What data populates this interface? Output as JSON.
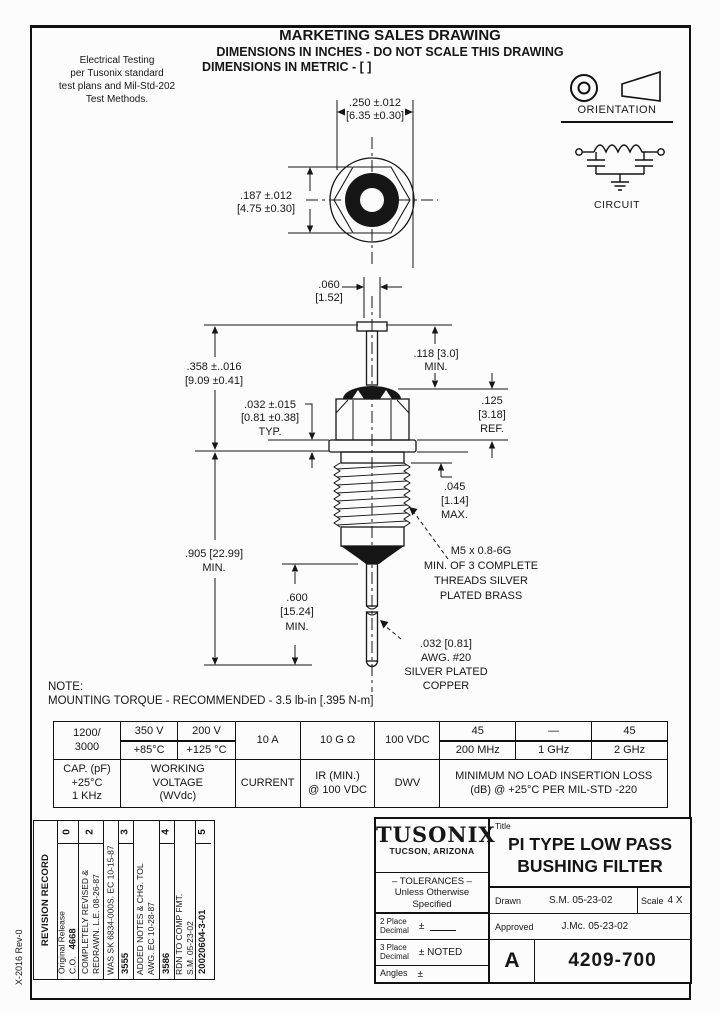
{
  "colors": {
    "ink": "#161616",
    "paper": "#fcfcfc"
  },
  "margin_note": "X-2016 Rev-0",
  "header": {
    "title": "MARKETING SALES DRAWING",
    "line2": "DIMENSIONS IN INCHES - DO NOT SCALE THIS DRAWING",
    "line3": "DIMENSIONS IN METRIC - [  ]",
    "elec1": "Electrical Testing",
    "elec2": "per Tusonix standard",
    "elec3": "test plans and Mil-Std-202",
    "elec4": "Test Methods."
  },
  "orientation": {
    "label": "ORIENTATION",
    "circuit_label": "CIRCUIT"
  },
  "drawing": {
    "d250": {
      "l1": ".250 ±.012",
      "l2": "[6.35 ±0.30]"
    },
    "d187": {
      "l1": ".187 ±.012",
      "l2": "[4.75 ±0.30]"
    },
    "d060": {
      "l1": ".060",
      "l2": "[1.52]"
    },
    "d358": {
      "l1": ".358 ±..016",
      "l2": "[9.09 ±0.41]"
    },
    "d118": {
      "l1": ".118 [3.0]",
      "l2": "MIN."
    },
    "d032f": {
      "l1": ".032 ±.015",
      "l2": "[0.81 ±0.38]",
      "l3": "TYP."
    },
    "d125": {
      "l1": ".125",
      "l2": "[3.18]",
      "l3": "REF."
    },
    "d045": {
      "l1": ".045",
      "l2": "[1.14]",
      "l3": "MAX."
    },
    "d905": {
      "l1": ".905 [22.99]",
      "l2": "MIN."
    },
    "d600": {
      "l1": ".600",
      "l2": "[15.24]",
      "l3": "MIN."
    },
    "thread_note": {
      "l1": "M5 x 0.8-6G",
      "l2": "MIN. OF 3 COMPLETE",
      "l3": "THREADS SILVER",
      "l4": "PLATED BRASS"
    },
    "wire_note": {
      "l1": ".032 [0.81]",
      "l2": "AWG. #20",
      "l3": "SILVER PLATED",
      "l4": "COPPER"
    }
  },
  "note": {
    "l1": "NOTE:",
    "l2": "MOUNTING TORQUE - RECOMMENDED - 3.5 lb-in [.395 N-m]"
  },
  "table": {
    "cap": {
      "v1": "1200/",
      "v2": "3000",
      "l1": "CAP. (pF)",
      "l2": "+25°C",
      "l3": "1 KHz"
    },
    "wv": {
      "v1a": "350 V",
      "v1b": "+85°C",
      "v2a": "200 V",
      "v2b": "+125 °C",
      "l1": "WORKING",
      "l2": "VOLTAGE",
      "l3": "(WVdc)"
    },
    "current": {
      "v": "10 A",
      "l": "CURRENT"
    },
    "ir": {
      "v": "10 G Ω",
      "l1": "IR (MIN.)",
      "l2": "@ 100 VDC"
    },
    "dwv": {
      "v": "100 VDC",
      "l": "DWV"
    },
    "il": {
      "v1": "45",
      "v2": "—",
      "v3": "45",
      "f1": "200 MHz",
      "f2": "1 GHz",
      "f3": "2 GHz",
      "l1": "MINIMUM NO LOAD INSERTION LOSS",
      "l2": "(dB) @ +25°C PER MIL-STD -220"
    }
  },
  "revisions": {
    "header": "REVISION RECORD",
    "r0": {
      "num": "0",
      "line1": "Original Release",
      "co_label": "C.O.",
      "co": "4668"
    },
    "r2": {
      "num": "2",
      "line1": "COMPLETELY REVISED &",
      "line2": "REDRAWN.  L.E. 08-26-87"
    },
    "r3": {
      "num": "3",
      "desc": "WAS SK 6834-000S. EC 10-15-87",
      "co": "3555"
    },
    "r4": {
      "num": "4",
      "desc1": "ADDED NOTES & CHG. TOL",
      "desc2": "AWG.  EC 10-28-87",
      "co": "3586"
    },
    "r5": {
      "num": "5",
      "desc1": "RDN TO COMP FMT.",
      "desc2": "S.M. 05-23-02",
      "co": "20020604-3-01"
    }
  },
  "titleblock": {
    "logo": "TUSONIX",
    "logo_sub": "TUCSON, ARIZONA",
    "tol1": "– TOLERANCES –",
    "tol2": "Unless Otherwise",
    "tol3": "Specified",
    "p2a": "2 Place",
    "p2b": "Decimal",
    "p2v": "±",
    "p3a": "3 Place",
    "p3b": "Decimal",
    "p3v": "±  NOTED",
    "anga": "Angles",
    "angv": "±",
    "title_label": "Title",
    "title1": "PI TYPE LOW PASS",
    "title2": "BUSHING FILTER",
    "drawn_label": "Drawn",
    "drawn": "S.M. 05-23-02",
    "scale_label": "Scale",
    "scale": "4 X",
    "approved_label": "Approved",
    "approved": "J.Mc. 05-23-02",
    "size": "A",
    "number": "4209-700"
  }
}
